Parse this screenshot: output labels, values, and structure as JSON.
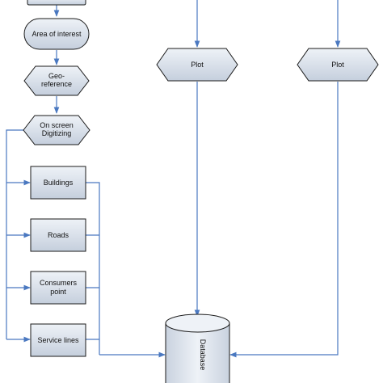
{
  "diagram": {
    "nodes": {
      "area_of_interest": {
        "label": "Area of interest"
      },
      "georeference": {
        "label_line1": "Geo-",
        "label_line2": "reference"
      },
      "on_screen_digitizing": {
        "label_line1": "On screen",
        "label_line2": "Digitizing"
      },
      "buildings": {
        "label": "Buildings"
      },
      "roads": {
        "label": "Roads"
      },
      "consumers_point": {
        "label_line1": "Consumers",
        "label_line2": "point"
      },
      "service_lines": {
        "label": "Service lines"
      },
      "plot_left": {
        "label": "Plot"
      },
      "plot_right": {
        "label": "Plot"
      },
      "database": {
        "label": "Database"
      }
    },
    "colors": {
      "node_fill_top": "#e8edf4",
      "node_fill_bottom": "#c9d2df",
      "node_stroke": "#1a1a1a",
      "edge": "#4a78c0"
    }
  }
}
